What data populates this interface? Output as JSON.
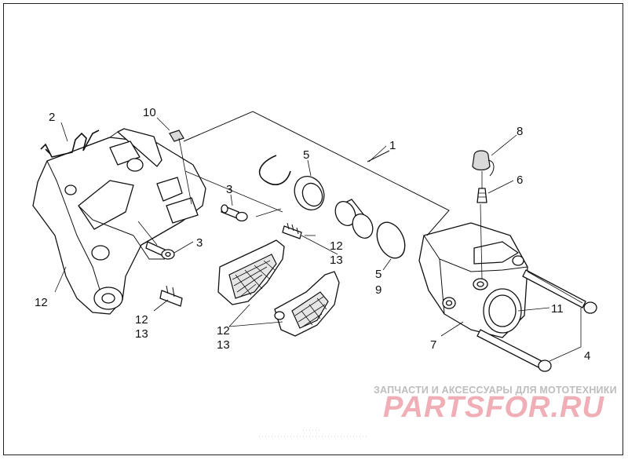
{
  "callouts": {
    "c1": "1",
    "c2": "2",
    "c3a": "3",
    "c3b": "3",
    "c4": "4",
    "c5a": "5",
    "c5b": "5",
    "c6": "6",
    "c7": "7",
    "c8": "8",
    "c9": "9",
    "c10": "10",
    "c11": "11",
    "c12a": "12",
    "c12b": "12",
    "c12c": "12",
    "c12d": "12",
    "c13a": "13",
    "c13b": "13",
    "c13c": "13"
  },
  "watermark": {
    "tagline": "ЗАПЧАСТИ И АКСЕССУАРЫ ДЛЯ МОТОТЕХНИКИ",
    "logo": "PARTSFOR.RU",
    "logo_color": "#f0aeb6",
    "tagline_color": "#bdbdbd"
  }
}
